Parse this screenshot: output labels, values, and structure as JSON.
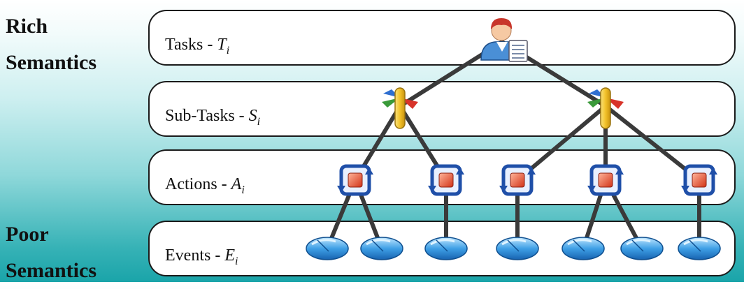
{
  "side_labels": {
    "rich": "Rich Semantics",
    "poor": "Poor Semantics"
  },
  "layers": [
    {
      "name": "Tasks",
      "sep": " - ",
      "symbol": "T",
      "sub": "i"
    },
    {
      "name": "Sub-Tasks",
      "sep": " - ",
      "symbol": "S",
      "sub": "i"
    },
    {
      "name": "Actions",
      "sep": " - ",
      "symbol": "A",
      "sub": "i"
    },
    {
      "name": "Events",
      "sep": " - ",
      "symbol": "E",
      "sub": "i"
    }
  ],
  "colors": {
    "gradient_top": "#ffffff",
    "gradient_bottom": "#1aa4a9",
    "layer_border": "#1a1a1a",
    "edge": "#3a3a3a",
    "action_frame": "#1f4fa8",
    "action_core": "#e2442a",
    "mouse_body": "#2a8fd8",
    "pillar": "#f2c22a"
  },
  "icons": {
    "task": "user-document-icon",
    "subtask": "flowchart-branch-icon",
    "action": "action-cycle-icon",
    "event": "mouse-icon"
  },
  "tree": {
    "task_count": 1,
    "subtask_count": 2,
    "action_parents": [
      0,
      0,
      1,
      1,
      1
    ],
    "event_parents": [
      0,
      0,
      1,
      2,
      3,
      3,
      4
    ]
  }
}
